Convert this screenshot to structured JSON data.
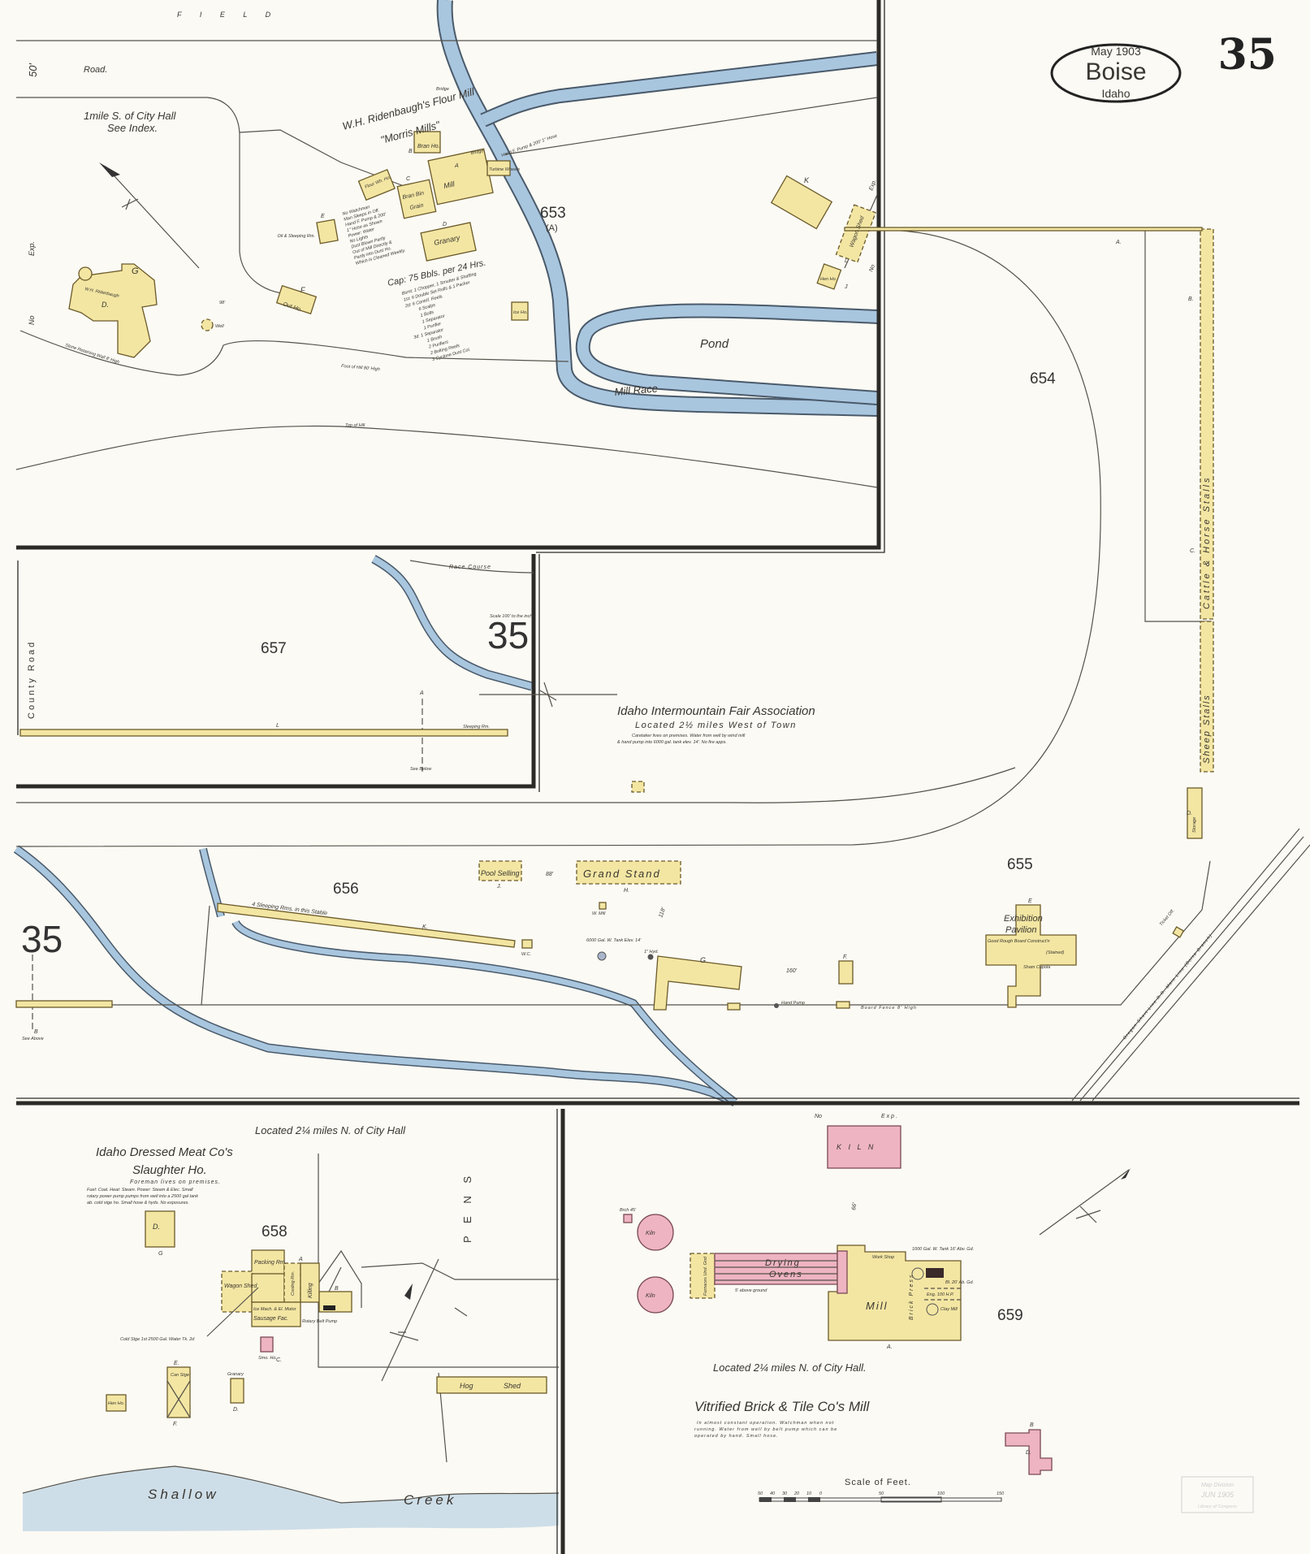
{
  "header": {
    "date": "May 1903",
    "city": "Boise",
    "state": "Idaho",
    "sheet": "35"
  },
  "colors": {
    "frame_building": "#f3e6a3",
    "brick_building": "#eeb4c2",
    "water": "#a9c6df",
    "paper": "#fbfaf4"
  },
  "top_inset": {
    "field": "F I E L D",
    "road": "Road.",
    "road_width": "50'",
    "location_1": "1mile S. of City Hall",
    "location_2": "See Index.",
    "exp": "Exp.",
    "no": "No",
    "residence": "W.H. Ridenbaugh",
    "residence_code": "D.",
    "residence_letter": "G",
    "well": "Well",
    "dist_98": "98'",
    "retaining_wall": "Stone Retaining Wall 8' High",
    "out_house": "Out Ho.",
    "out_house_letter": "F",
    "mill_title_1": "W.H. Ridenbaugh's Flour Mill",
    "mill_title_2": "\"Morris Mills\"",
    "bridge_1": "Bridge",
    "bridge_2": "Bridge",
    "bran_house": "Bran Ho.",
    "bran_house_letter": "B",
    "mill": "Mill",
    "mill_letter": "A",
    "bran_bin": "Bran Bin",
    "grain": "Grain",
    "flour_wh": "Flour Wh. Ho.",
    "flour_wh_letter": "C",
    "granary": "Granary",
    "granary_letter": "D",
    "turbine": "Turbine Wheels",
    "hand_pump": "Hand F. Pump & 200' 1\" Hose",
    "oil_room": "Oil & Sleeping Rm.",
    "oil_room_letter": "E",
    "ice_house": "Ice Ho.",
    "notes": [
      "No Watchman",
      "Man Sleeps in Off.",
      "Hand F. Pump & 200'",
      "1\" Hose as Shown",
      "Power: Water",
      "No Lights",
      "Dust Blown Partly",
      "Out of Mill Directly &",
      "Partly into Dust Ho.",
      "Which is Cleaned Weekly."
    ],
    "capacity": "Cap: 75 Bbls. per 24 Hrs.",
    "machinery": [
      "Bsmt: 1 Chopper, 1 Smutter & Shafting",
      "1st: 6 Double Set Rolls & 1 Packer",
      "2d: 6 Centrif. Reels",
      "6 Scalps",
      "1 Bolts",
      "1 Separator",
      "1 Purifier",
      "3d: 1 Separator",
      "1 Brush",
      "2 Purifiers",
      "2 Bolting Reels",
      "3 Cyclone Dust Col."
    ],
    "block": "653",
    "block_sub": "(A)",
    "pond": "Pond",
    "mill_race": "Mill Race",
    "foot_of_hill": "Foot of Hill 80' High",
    "top_of_hill": "Top of Hill",
    "barn_letter": "K",
    "wagon_shed": "Wagon Shed",
    "wagon_shed_letter": "L",
    "hen_house": "Hen Ho.",
    "hen_house_letter": "J",
    "exp_right": "Exp.",
    "no_right": "No"
  },
  "fair": {
    "title": "Idaho Intermountain Fair Association",
    "located": "Located 2½ miles West of Town",
    "note_1": "Caretaker lives on premises. Water from well by wind mill",
    "note_2": "& hand pump into 6000 gal. tank elev. 14'. No fire apps.",
    "race_course": "Race Course",
    "county_road": "County Road",
    "scale_note": "Scale 100' to the inch",
    "key_number_1": "35",
    "key_number_2": "35",
    "block_654": "654",
    "block_655": "655",
    "block_656": "656",
    "block_657": "657",
    "see_below": "See Below",
    "see_above": "See Above",
    "section_a": "A",
    "section_b": "B",
    "stall_l": "L",
    "sleeping_rm": "Sleeping Rm.",
    "cattle_stalls": "Cattle & Horse Stalls",
    "sheep_stalls": "Sheep Stalls",
    "storage": "Storage",
    "stall_letters": [
      "A.",
      "B.",
      "C.",
      "D."
    ],
    "pool_selling": "Pool Selling",
    "pool_letter": "J.",
    "grand_stand": "Grand Stand",
    "grand_stand_letter": "H.",
    "stable_note": "4 Sleeping Rms. in this Stable",
    "stable_letter": "K.",
    "wc": "W.C.",
    "wind_mill": "W. Mill",
    "tank": "6000 Gal. W. Tank Elev. 14'",
    "hydrant": "1\" Hyd.",
    "shed_letter": "G",
    "hand_pump": "Hand Pump",
    "fence": "Board Fence 8' High",
    "f_letter": "F.",
    "exhibition_1": "Exhibition",
    "exhibition_2": "Pavilion",
    "exhibition_letter": "E",
    "construction": "Good Rough Board Construct'n",
    "stained": "(Stained)",
    "cupola": "Sham Cupola",
    "ticket": "Ticket Off.",
    "railroad": "Oregon Short Line R.R. Main Line (Boise Branch)",
    "dist_88": "88'",
    "dist_118": "118'",
    "dist_160": "160'"
  },
  "slaughter": {
    "located": "Located 2¼ miles N. of City Hall",
    "title_1": "Idaho Dressed Meat Co's",
    "title_2": "Slaughter Ho.",
    "notes": [
      "Foreman lives on premises.",
      "Fuel: Coal. Heat: Steam. Power: Steam & Elec. Small",
      "rotary power pump pumps from well into a 2500 gal tank",
      "ab. cold stge ho. Small hose & hyds. No exposures."
    ],
    "block": "658",
    "packing": "Packing Rm.",
    "wagon_shed": "Wagon Shed",
    "cold_storage": "Cold Stge 1st 2500 Gal. Water Tk. 2d",
    "cooling": "Cooling Rm.",
    "killing": "Killing",
    "ice_machine": "Ice Mach. & El. Motor",
    "sausage": "Sausage Fac.",
    "rotary_pump": "Rotary Belt Pump",
    "smoke_house": "Smo. Ho.",
    "dwelling": "D.",
    "can_storage": "Can Stge",
    "hen_house": "Hen Ho.",
    "granary": "Granary",
    "hog_shed_1": "Hog",
    "hog_shed_2": "Shed",
    "pens": "P E N S",
    "creek_1": "Shallow",
    "creek_2": "Creek",
    "letters": [
      "A",
      "B",
      "C.",
      "D.",
      "E.",
      "F.",
      "G"
    ]
  },
  "brick": {
    "no_exp": "No",
    "exp": "Exp.",
    "kiln_1": "K I L N",
    "kiln_2": "Kiln",
    "kiln_3": "Kiln",
    "chimney": "Brch 45'",
    "drying_1": "Drying",
    "drying_2": "Ovens",
    "above_ground": "5' above ground",
    "furnaces": "Furnaces Und. Gnd",
    "work_shop": "Work Shop",
    "mill": "Mill",
    "brick_press": "Brick Press",
    "engine": "Eng. 100 H.P.",
    "clay_mill": "Clay Mill",
    "tank": "1000 Gal. W. Tank 16' Abv. Gd.",
    "boiler": "Bl. 20' Ab. Gd.",
    "block": "659",
    "mill_letter": "A.",
    "dwelling": "D.",
    "dwelling_letter": "B",
    "located": "Located 2¼ miles N. of City Hall.",
    "title": "Vitrified Brick & Tile Co's Mill",
    "notes": [
      "In almost constant operation. Watchman when not",
      "running. Water from well by belt pump which can be",
      "operated by hand. Small hose."
    ],
    "dist_66": "66'"
  },
  "scale": {
    "title": "Scale of Feet.",
    "ticks": [
      "50",
      "40",
      "30",
      "20",
      "10",
      "0",
      "50",
      "100",
      "150"
    ]
  },
  "stamp": [
    "Map Division",
    "JUN 1905",
    "Library of Congress"
  ]
}
